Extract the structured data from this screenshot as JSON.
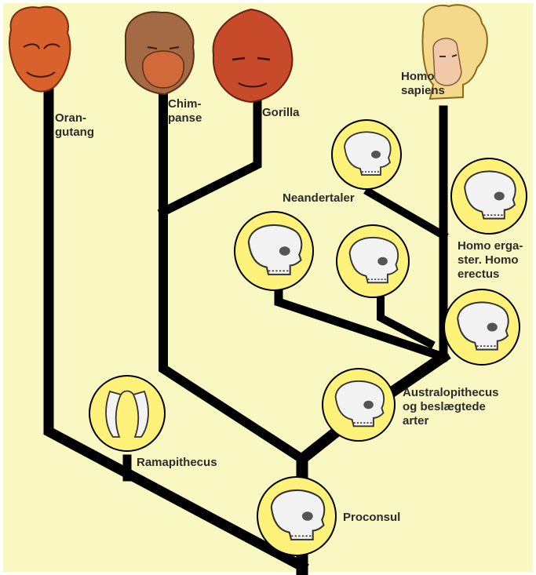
{
  "colors": {
    "background": "#f9f7c2",
    "branch": "#000000",
    "node_fill": "#fff27a",
    "label_text": "#2b2b2b",
    "skull_fill": "#f3f3f3"
  },
  "labels": {
    "orangutan": [
      "Oran-",
      "gutang"
    ],
    "chimpanzee": [
      "Chim-",
      "panse"
    ],
    "gorilla": "Gorilla",
    "homo_sapiens": [
      "Homo",
      "sapiens"
    ],
    "neanderthal": "Neandertaler",
    "homo_ergaster": [
      "Homo erga-",
      "ster. Homo",
      "erectus"
    ],
    "australopithecus": [
      "Australopithecus",
      "og beslægtede",
      "arter"
    ],
    "ramapithecus": "Ramapithecus",
    "proconsul": "Proconsul"
  },
  "icons": {
    "orangutan_head": "orangutan-head-icon",
    "chimpanzee_head": "chimpanzee-head-icon",
    "gorilla_head": "gorilla-head-icon",
    "human_head": "human-head-icon",
    "skull": "skull-icon",
    "jaw": "jaw-icon"
  }
}
